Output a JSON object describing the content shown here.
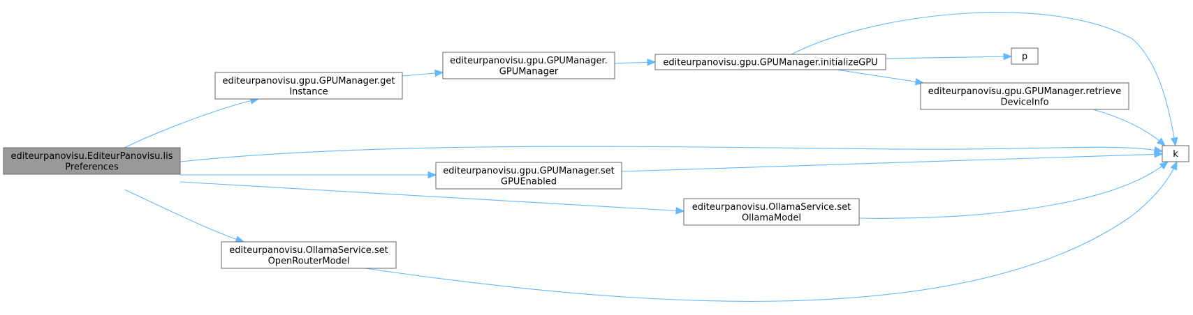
{
  "graph": {
    "type": "call-graph",
    "colors": {
      "edge": "#63b8ff",
      "node_border": "#666666",
      "root_fill": "#999999",
      "node_fill": "#ffffff"
    },
    "nodes": [
      {
        "id": "lis",
        "lines": [
          "editeurpanovisu.EditeurPanovisu.lis",
          "Preferences"
        ],
        "root": true
      },
      {
        "id": "getInstance",
        "lines": [
          "editeurpanovisu.gpu.GPUManager.get",
          "Instance"
        ]
      },
      {
        "id": "GPUManager",
        "lines": [
          "editeurpanovisu.gpu.GPUManager.",
          "GPUManager"
        ]
      },
      {
        "id": "initializeGPU",
        "lines": [
          "editeurpanovisu.gpu.GPUManager.initializeGPU"
        ]
      },
      {
        "id": "p",
        "lines": [
          "p"
        ]
      },
      {
        "id": "retrieve",
        "lines": [
          "editeurpanovisu.gpu.GPUManager.retrieve",
          "DeviceInfo"
        ]
      },
      {
        "id": "k",
        "lines": [
          "k"
        ]
      },
      {
        "id": "setGPU",
        "lines": [
          "editeurpanovisu.gpu.GPUManager.set",
          "GPUEnabled"
        ]
      },
      {
        "id": "setOllama",
        "lines": [
          "editeurpanovisu.OllamaService.set",
          "OllamaModel"
        ]
      },
      {
        "id": "setOpenRouter",
        "lines": [
          "editeurpanovisu.OllamaService.set",
          "OpenRouterModel"
        ]
      }
    ],
    "edges": [
      {
        "from": "lis",
        "to": "getInstance"
      },
      {
        "from": "lis",
        "to": "k"
      },
      {
        "from": "lis",
        "to": "setGPU"
      },
      {
        "from": "lis",
        "to": "setOllama"
      },
      {
        "from": "lis",
        "to": "setOpenRouter"
      },
      {
        "from": "getInstance",
        "to": "GPUManager"
      },
      {
        "from": "GPUManager",
        "to": "initializeGPU"
      },
      {
        "from": "initializeGPU",
        "to": "k"
      },
      {
        "from": "initializeGPU",
        "to": "p"
      },
      {
        "from": "initializeGPU",
        "to": "retrieve"
      },
      {
        "from": "retrieve",
        "to": "k"
      },
      {
        "from": "setGPU",
        "to": "k"
      },
      {
        "from": "setOllama",
        "to": "k"
      },
      {
        "from": "setOpenRouter",
        "to": "k"
      }
    ]
  }
}
